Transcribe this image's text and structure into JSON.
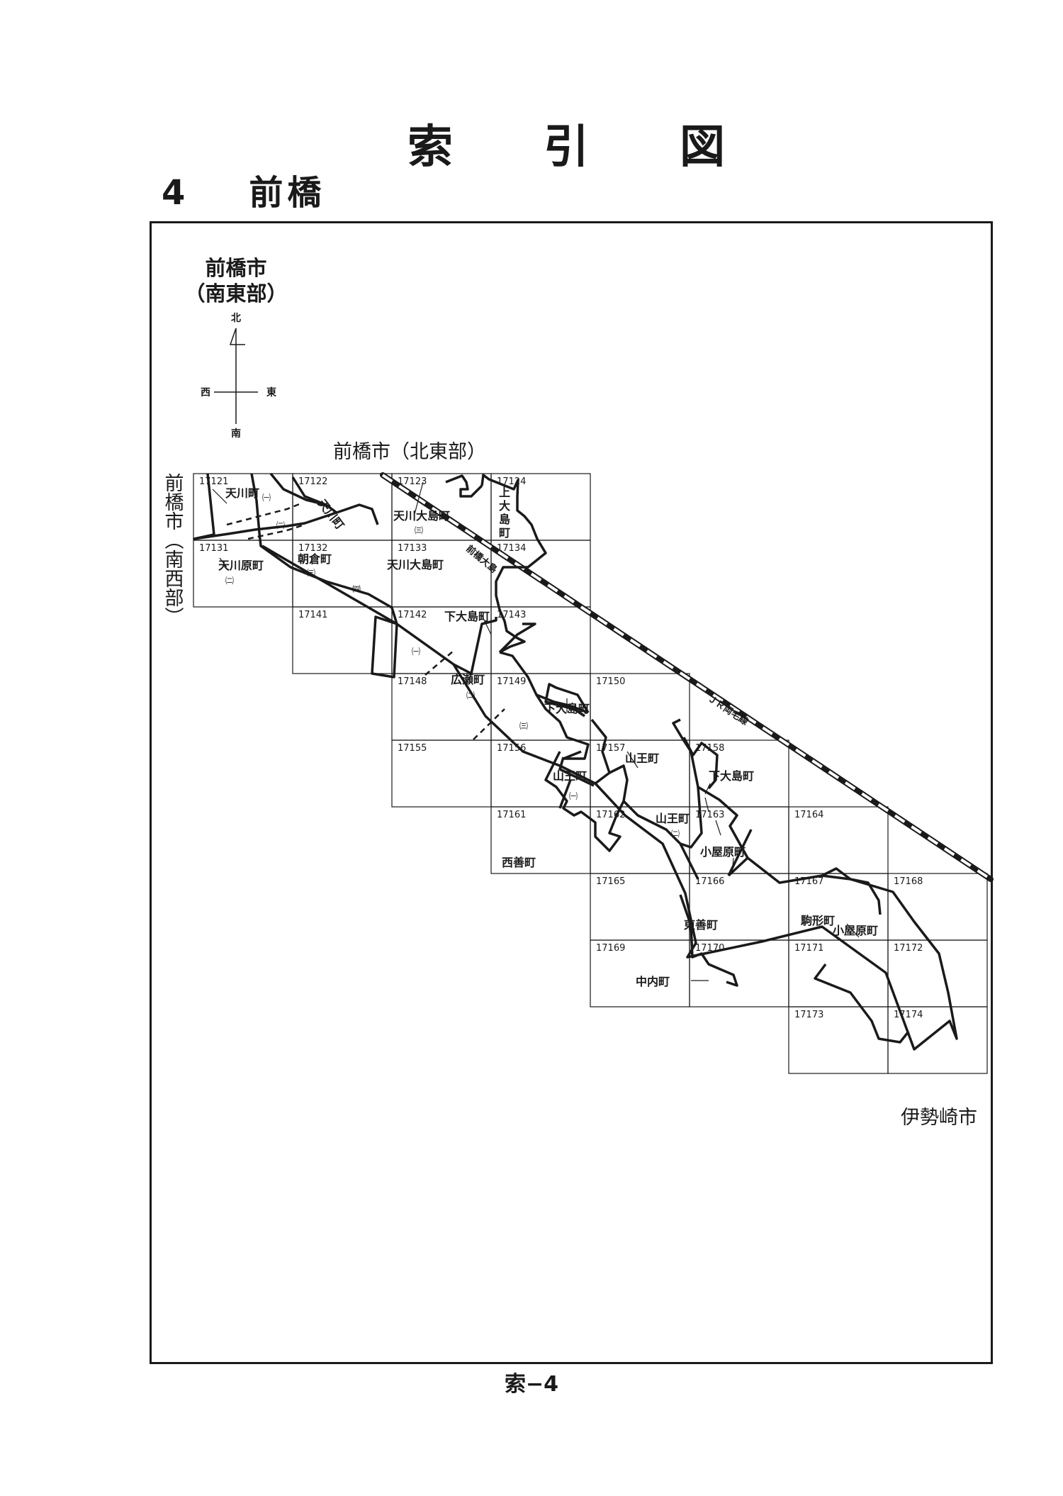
{
  "title": "索引図",
  "section": {
    "number": "4",
    "name": "前橋"
  },
  "map_title": {
    "line1": "前橋市",
    "line2": "（南東部）"
  },
  "compass": {
    "north": "北",
    "south": "南",
    "east": "東",
    "west": "西"
  },
  "neighbors": {
    "north": "前橋市（北東部）",
    "west": "前橋市（南西部）",
    "southeast": "伊勢崎市"
  },
  "railway": "ＪＲ両毛線",
  "sheets": [
    "17121",
    "17122",
    "17123",
    "17124",
    "17131",
    "17132",
    "17133",
    "17134",
    "17141",
    "17142",
    "17143",
    "17148",
    "17149",
    "17150",
    "17155",
    "17156",
    "17157",
    "17158",
    "17161",
    "17162",
    "17163",
    "17164",
    "17165",
    "17166",
    "17167",
    "17168",
    "17169",
    "17170",
    "17171",
    "17172",
    "17173",
    "17174"
  ],
  "towns": {
    "amagawa": "天川町",
    "amagawa_v": "天川町",
    "amagawa_oshima_1": "天川大島町",
    "amagawa_oshima_2": "天川大島町",
    "kami_oshima": [
      "上",
      "大",
      "島",
      "町"
    ],
    "amagawa_hara": "天川原町",
    "asakura": "朝倉町",
    "maebashi_oshima": "前橋大島",
    "shimo_oshima_1": "下大島町",
    "shimo_oshima_2": "下大島町",
    "shimo_oshima_3": "下大島町",
    "hirose": "広瀬町",
    "sanno_1": "山王町",
    "sanno_2": "山王町",
    "sanno_3": "山王町",
    "koyahara_1": "小屋原町",
    "koyahara_2": "小屋原町",
    "saizen": "西善町",
    "higashi_zen": "東善町",
    "komagata": "駒形町",
    "nakauchi": "中内町"
  },
  "sub_marks": {
    "amagawa_1": "㈠",
    "amagawa_2": "㈡",
    "amagawa_oshima_3": "㈢",
    "amagawa_hara_2": "㈡",
    "asakura_3": "㈢",
    "asakura_4": "㈣",
    "hirose_1": "㈠",
    "hirose_2": "㈡",
    "hirose_3": "㈢",
    "sanno_1": "㈠",
    "sanno_2": "㈡"
  },
  "page_number": "索−4"
}
